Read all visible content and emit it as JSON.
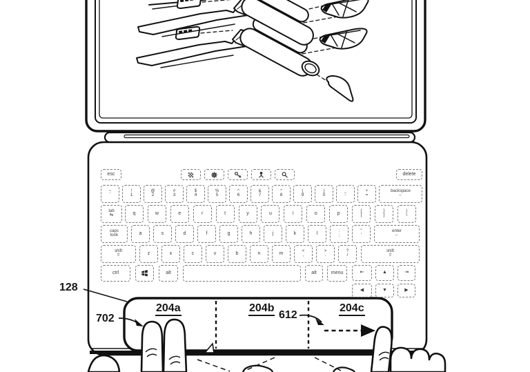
{
  "figure": {
    "annotations": {
      "touchpad_ref": "128",
      "two_finger_ref": "702",
      "zone_a": "204a",
      "zone_b": "204b",
      "swipe_ref": "612",
      "zone_c": "204c"
    },
    "drawing": {
      "screen_content": "exploded-model-airplane-drawing",
      "gesture_left": "two-finger-touch",
      "gesture_right": "one-finger-swipe-right"
    }
  },
  "keyboard": {
    "rows": [
      [
        {
          "n": "esc",
          "l": "esc"
        },
        {
          "n": "f1",
          "icon": "grid-icon"
        },
        {
          "n": "f2",
          "icon": "gear-icon"
        },
        {
          "n": "f3",
          "icon": "key-icon"
        },
        {
          "n": "f4",
          "icon": "share-icon"
        },
        {
          "n": "f5",
          "icon": "search-icon"
        },
        {
          "n": "delete",
          "l": "delete"
        }
      ],
      [
        {
          "n": "backquote",
          "t": "~",
          "b": "`"
        },
        {
          "n": "1",
          "t": "!",
          "b": "1"
        },
        {
          "n": "2",
          "t": "@",
          "b": "2"
        },
        {
          "n": "3",
          "t": "#",
          "b": "3"
        },
        {
          "n": "4",
          "t": "$",
          "b": "4"
        },
        {
          "n": "5",
          "t": "%",
          "b": "5"
        },
        {
          "n": "6",
          "t": "^",
          "b": "6"
        },
        {
          "n": "7",
          "t": "&",
          "b": "7"
        },
        {
          "n": "8",
          "t": "*",
          "b": "8"
        },
        {
          "n": "9",
          "t": "(",
          "b": "9"
        },
        {
          "n": "0",
          "t": ")",
          "b": "0"
        },
        {
          "n": "minus",
          "t": "_",
          "b": "-"
        },
        {
          "n": "equals",
          "t": "+",
          "b": "="
        },
        {
          "n": "backspace",
          "t": "backspace",
          "b": "←"
        }
      ],
      [
        {
          "n": "tab",
          "t": "tab",
          "b": "⇆"
        },
        {
          "n": "q",
          "l": "q"
        },
        {
          "n": "w",
          "l": "w"
        },
        {
          "n": "e",
          "l": "e"
        },
        {
          "n": "r",
          "l": "r"
        },
        {
          "n": "t",
          "l": "t"
        },
        {
          "n": "y",
          "l": "y"
        },
        {
          "n": "u",
          "l": "u"
        },
        {
          "n": "i",
          "l": "i"
        },
        {
          "n": "o",
          "l": "o"
        },
        {
          "n": "p",
          "l": "p"
        },
        {
          "n": "bracket-left",
          "t": "{",
          "b": "["
        },
        {
          "n": "bracket-right",
          "t": "}",
          "b": "]"
        },
        {
          "n": "backslash",
          "t": "|",
          "b": "\\"
        }
      ],
      [
        {
          "n": "caps-lock",
          "t": "caps",
          "b": "lock"
        },
        {
          "n": "a",
          "l": "a"
        },
        {
          "n": "s",
          "l": "s"
        },
        {
          "n": "d",
          "l": "d"
        },
        {
          "n": "f",
          "l": "f"
        },
        {
          "n": "g",
          "l": "g"
        },
        {
          "n": "h",
          "l": "h"
        },
        {
          "n": "j",
          "l": "j"
        },
        {
          "n": "k",
          "l": "k"
        },
        {
          "n": "l",
          "l": "l"
        },
        {
          "n": "semicolon",
          "t": ":",
          "b": ";"
        },
        {
          "n": "quote",
          "t": "\"",
          "b": "'"
        },
        {
          "n": "enter",
          "t": "enter",
          "b": "←"
        }
      ],
      [
        {
          "n": "shift-left",
          "t": "shift",
          "b": "⇧"
        },
        {
          "n": "z",
          "l": "z"
        },
        {
          "n": "x",
          "l": "x"
        },
        {
          "n": "c",
          "l": "c"
        },
        {
          "n": "v",
          "l": "v"
        },
        {
          "n": "b",
          "l": "b"
        },
        {
          "n": "n",
          "l": "n"
        },
        {
          "n": "m",
          "l": "m"
        },
        {
          "n": "comma",
          "t": "<",
          "b": ","
        },
        {
          "n": "period",
          "t": ">",
          "b": "."
        },
        {
          "n": "slash",
          "t": "?",
          "b": "/"
        },
        {
          "n": "shift-right",
          "t": "shift",
          "b": "⇧"
        }
      ],
      [
        {
          "n": "ctrl",
          "l": "ctrl"
        },
        {
          "n": "windows",
          "icon": "windows-icon"
        },
        {
          "n": "alt-left",
          "l": "alt"
        },
        {
          "n": "space",
          "l": ""
        },
        {
          "n": "alt-right",
          "l": "alt"
        },
        {
          "n": "menu",
          "l": "menu"
        }
      ],
      [
        {
          "n": "home",
          "l": "⇤"
        },
        {
          "n": "up",
          "l": "▲"
        },
        {
          "n": "end",
          "l": "⇥"
        }
      ],
      [
        {
          "n": "left",
          "l": "◀"
        },
        {
          "n": "down",
          "l": "▼"
        },
        {
          "n": "right",
          "l": "▶"
        }
      ]
    ]
  }
}
